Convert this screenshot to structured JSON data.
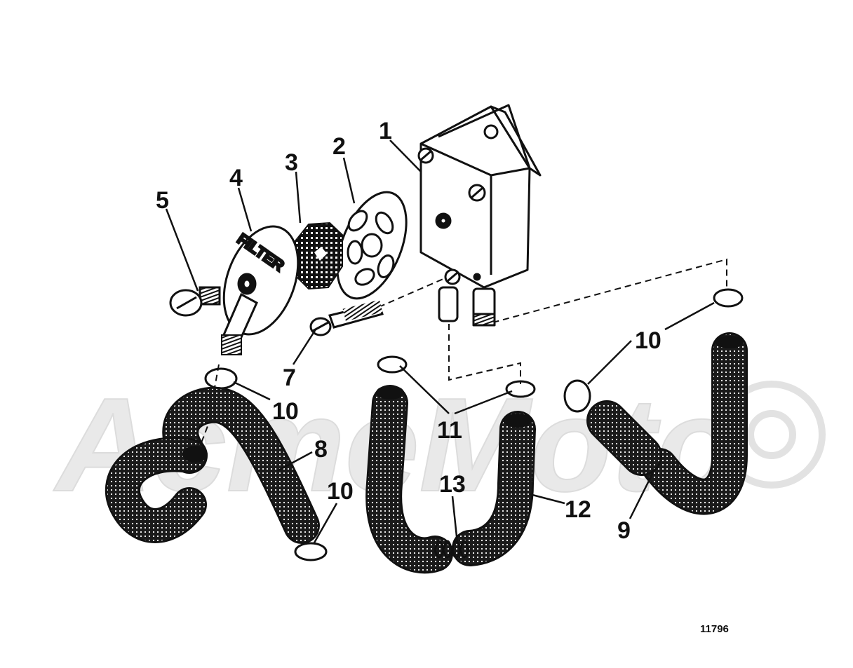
{
  "watermark": {
    "text": "AcmeMoto"
  },
  "filter_cover_lettering": "FILTER",
  "plate_number": "11796",
  "callouts": [
    {
      "id": "c1",
      "text": "1"
    },
    {
      "id": "c2",
      "text": "2"
    },
    {
      "id": "c3",
      "text": "3"
    },
    {
      "id": "c4",
      "text": "4"
    },
    {
      "id": "c5",
      "text": "5"
    },
    {
      "id": "c7",
      "text": "7"
    },
    {
      "id": "c8",
      "text": "8"
    },
    {
      "id": "c9",
      "text": "9"
    },
    {
      "id": "c10a",
      "text": "10"
    },
    {
      "id": "c10b",
      "text": "10"
    },
    {
      "id": "c10c",
      "text": "10"
    },
    {
      "id": "c11",
      "text": "11"
    },
    {
      "id": "c12",
      "text": "12"
    },
    {
      "id": "c13",
      "text": "13"
    }
  ],
  "colors": {
    "ink": "#111111",
    "hose": "#1a1a1a",
    "paper": "#ffffff",
    "watermark": "#e9e9e9"
  }
}
